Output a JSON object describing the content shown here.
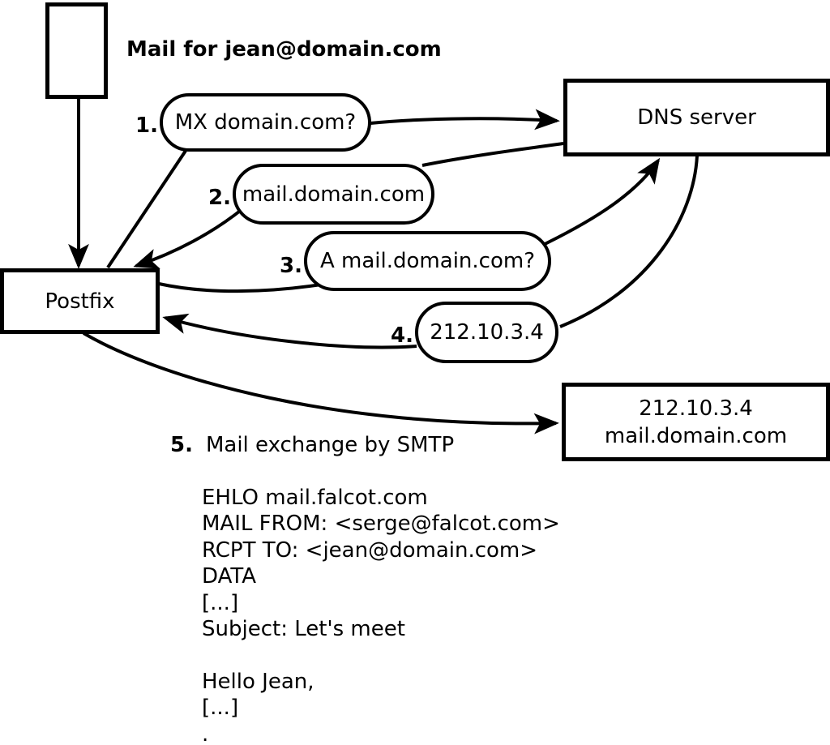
{
  "colors": {
    "ink": "#000000",
    "paper": "#ffffff"
  },
  "title": "Mail for jean@domain.com",
  "nodes": {
    "postfix": "Postfix",
    "dns_server": "DNS server",
    "mail_server_line1": "212.10.3.4",
    "mail_server_line2": "mail.domain.com"
  },
  "steps": [
    {
      "num": "1.",
      "label": "MX domain.com?"
    },
    {
      "num": "2.",
      "label": "mail.domain.com"
    },
    {
      "num": "3.",
      "label": "A mail.domain.com?"
    },
    {
      "num": "4.",
      "label": "212.10.3.4"
    },
    {
      "num": "5.",
      "label": "Mail exchange by SMTP"
    }
  ],
  "smtp_transcript": [
    "EHLO mail.falcot.com",
    "MAIL FROM: <serge@falcot.com>",
    "RCPT TO: <jean@domain.com>",
    "DATA",
    "[...]",
    "Subject: Let's meet",
    "",
    "Hello Jean,",
    "[...]",
    "."
  ]
}
